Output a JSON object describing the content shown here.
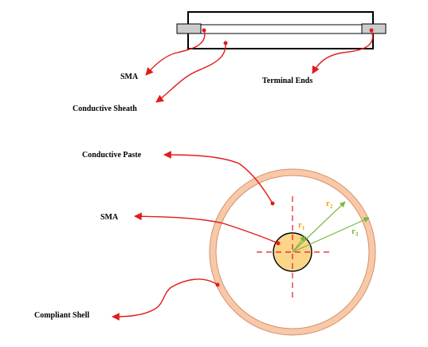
{
  "labels": {
    "sma_top": "SMA",
    "terminal_ends": "Terminal Ends",
    "conductive_sheath": "Conductive Sheath",
    "conductive_paste": "Conductive Paste",
    "sma_bottom": "SMA",
    "compliant_shell": "Compliant Shell"
  },
  "radii": [
    {
      "base": "r",
      "sub": "1"
    },
    {
      "base": "r",
      "sub": "2"
    },
    {
      "base": "r",
      "sub": "3"
    }
  ],
  "colors": {
    "arrow": "#e21b1b",
    "outline": "#000000",
    "terminal": "#cccccc",
    "shell_fill": "#f8c9a9",
    "shell_edge": "#d4916a",
    "core_fill": "#fbd58a",
    "radius_green": "#77b83a",
    "r1_label": "#f0a010",
    "r2_label": "#f0a010",
    "r3_label": "#77b83a"
  }
}
